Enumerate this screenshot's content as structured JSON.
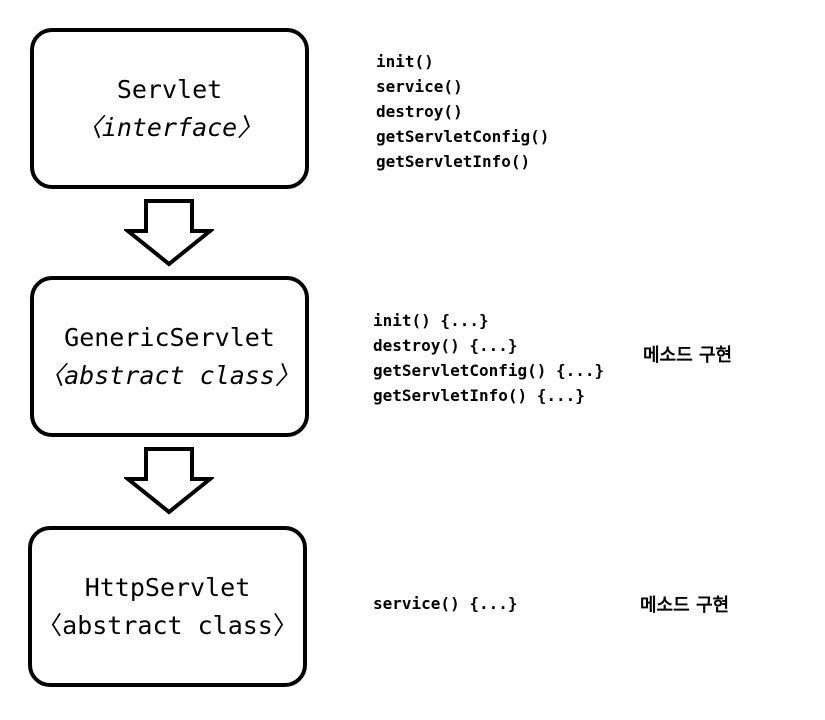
{
  "boxes": [
    {
      "name": "Servlet",
      "kind": "〈interface〉"
    },
    {
      "name": "GenericServlet",
      "kind": "〈abstract class〉"
    },
    {
      "name": "HttpServlet",
      "kind": "〈abstract class〉"
    }
  ],
  "methods": {
    "servlet": [
      "init()",
      "service()",
      "destroy()",
      "getServletConfig()",
      "getServletInfo()"
    ],
    "generic": [
      "init() {...}",
      "destroy() {...}",
      "getServletConfig() {...}",
      "getServletInfo() {...}"
    ],
    "http": [
      "service() {...}"
    ]
  },
  "notes": {
    "generic": "메소드 구현",
    "http": "메소드 구현"
  }
}
